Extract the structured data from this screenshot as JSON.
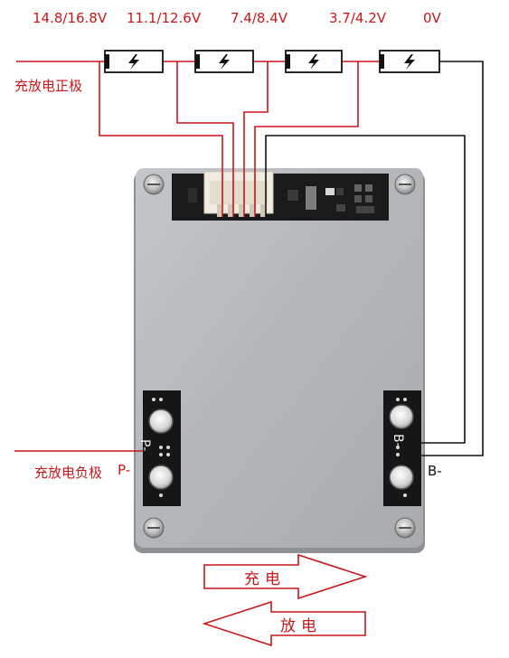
{
  "voltage_labels": {
    "v1": "14.8/16.8V",
    "v2": "11.1/12.6V",
    "v3": "7.4/8.4V",
    "v4": "3.7/4.2V",
    "v5": "0V"
  },
  "labels": {
    "charge_discharge_positive": "充放电正极",
    "charge_discharge_negative": "充放电负极",
    "p_minus": "P-",
    "b_minus": "B-",
    "board_p_minus": "P-",
    "board_b_minus": "B-"
  },
  "arrows": {
    "charge": "充电",
    "discharge": "放电"
  },
  "battery_icons": [
    "lightning-icon",
    "lightning-icon",
    "lightning-icon",
    "lightning-icon"
  ],
  "colors": {
    "wire_red": "#c8171a",
    "wire_black": "#111111",
    "board_metal": "#b9bcbf",
    "pcb": "#1a1a1a"
  }
}
